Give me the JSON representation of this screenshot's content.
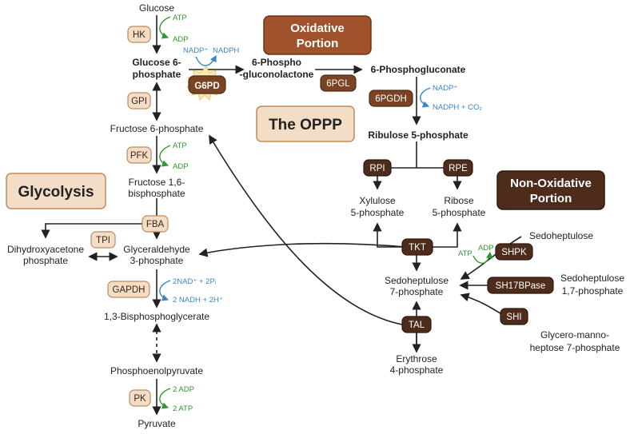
{
  "colors": {
    "enzyme_light_fill": "#f4ddc6",
    "enzyme_light_stroke": "#c08a5a",
    "enzyme_dark_fill": "#4e2c1b",
    "oxidative_banner": "#a0522d",
    "nonoxidative_banner": "#4e2c1b",
    "panel_fill": "#f4ddc6",
    "atp_green": "#2e9a2e",
    "nadp_blue": "#3a86c8",
    "g6pd_fill": "#7a4324",
    "burst_fill": "#fde8b8"
  },
  "banners": {
    "oxidative": [
      "Oxidative",
      "Portion"
    ],
    "nonoxidative": [
      "Non-Oxidative",
      "Portion"
    ],
    "oppp": "The OPPP",
    "glycolysis": "Glycolysis"
  },
  "metabolites": {
    "glucose": "Glucose",
    "g6p": [
      "Glucose 6-",
      "phosphate"
    ],
    "f6p": "Fructose 6-phosphate",
    "f16bp": [
      "Fructose 1,6-",
      "bisphosphate"
    ],
    "dhap": [
      "Dihydroxyacetone",
      "phosphate"
    ],
    "g3p": [
      "Glyceraldehyde",
      "3-phosphate"
    ],
    "bpg": "1,3-Bisphosphoglycerate",
    "pep": "Phosphoenolpyruvate",
    "pyruvate": "Pyruvate",
    "pgl": [
      "6-Phospho",
      "-gluconolactone"
    ],
    "pg": "6-Phosphogluconate",
    "ru5p": "Ribulose 5-phosphate",
    "xu5p": [
      "Xylulose",
      "5-phosphate"
    ],
    "r5p": [
      "Ribose",
      "5-phosphate"
    ],
    "s7p": [
      "Sedoheptulose",
      "7-phosphate"
    ],
    "e4p": [
      "Erythrose",
      "4-phosphate"
    ],
    "sedoheptulose": "Sedoheptulose",
    "s17bp": [
      "Sedoheptulose",
      "1,7-phosphate"
    ],
    "gm7p": [
      "Glycero-manno-",
      "heptose 7-phosphate"
    ]
  },
  "enzymes": {
    "hk": "HK",
    "gpi": "GPI",
    "pfk": "PFK",
    "fba": "FBA",
    "tpi": "TPI",
    "gapdh": "GAPDH",
    "pk": "PK",
    "g6pd": "G6PD",
    "pgl": "6PGL",
    "pgdh": "6PGDH",
    "rpi": "RPI",
    "rpe": "RPE",
    "tkt": "TKT",
    "tal": "TAL",
    "shpk": "SHPK",
    "sh17bpase": "SH17BPase",
    "shi": "SHI"
  },
  "cofactors": {
    "hk": [
      "ATP",
      "ADP"
    ],
    "pfk": [
      "ATP",
      "ADP"
    ],
    "g6pd": [
      "NADP⁺",
      "NADPH"
    ],
    "pgdh": [
      "NADP⁺",
      "NADPH + CO₂"
    ],
    "gapdh": [
      "2NAD⁺ + 2Pᵢ",
      "2 NADH + 2H⁺"
    ],
    "pk": [
      "2 ADP",
      "2 ATP"
    ],
    "shpk": [
      "ATP",
      "ADP"
    ]
  }
}
